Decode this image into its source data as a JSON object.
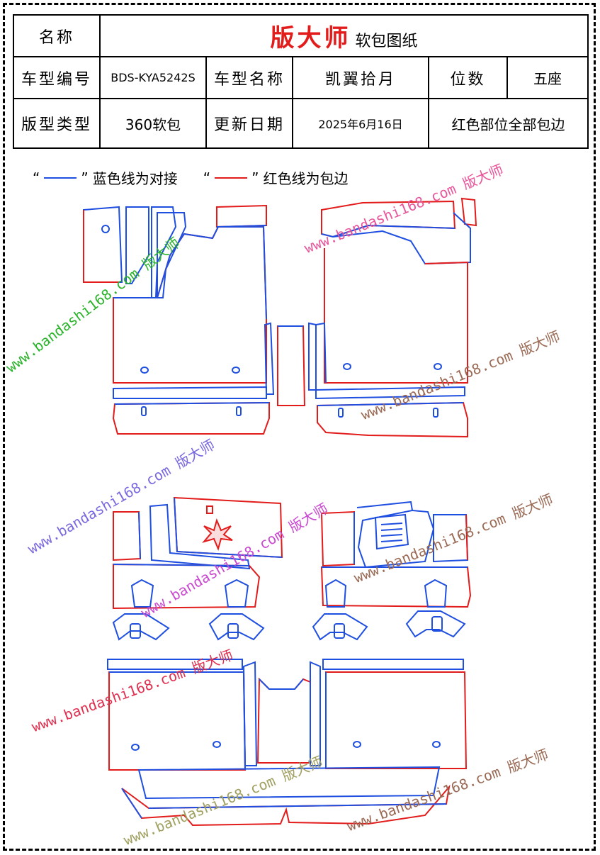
{
  "header": {
    "name_label": "名称",
    "brand": "版大师",
    "title_suffix": "软包图纸",
    "model_code_label": "车型编号",
    "model_code": "BDS-KYA5242S",
    "model_name_label": "车型名称",
    "model_name": "凯翼拾月",
    "seats_label": "位数",
    "seats": "五座",
    "pattern_type_label": "版型类型",
    "pattern_type": "360软包",
    "update_date_label": "更新日期",
    "update_date": "2025年6月16日",
    "note": "红色部位全部包边"
  },
  "legend": {
    "open_quote": "“",
    "close_quote": "”",
    "blue_text": "蓝色线为对接",
    "red_text": "红色线为包边",
    "blue_color": "#1f4fe0",
    "red_color": "#e21b1b"
  },
  "watermarks": [
    {
      "text": "www.bandashi168.com 版大师",
      "color": "#2bb32b"
    },
    {
      "text": "www.bandashi168.com 版大师",
      "color": "#e8559a"
    },
    {
      "text": "www.bandashi168.com 版大师",
      "color": "#9a6a55"
    },
    {
      "text": "www.bandashi168.com 版大师",
      "color": "#c94ad0"
    },
    {
      "text": "www.bandashi168.com 版大师",
      "color": "#7a6ae0"
    },
    {
      "text": "www.bandashi168.com 版大师",
      "color": "#9a6a55"
    },
    {
      "text": "www.bandashi168.com 版大师",
      "color": "#e03050"
    },
    {
      "text": "www.bandashi168.com 版大师",
      "color": "#9a6a55"
    },
    {
      "text": "www.bandashi168.com 版大师",
      "color": "#a0a060"
    }
  ]
}
